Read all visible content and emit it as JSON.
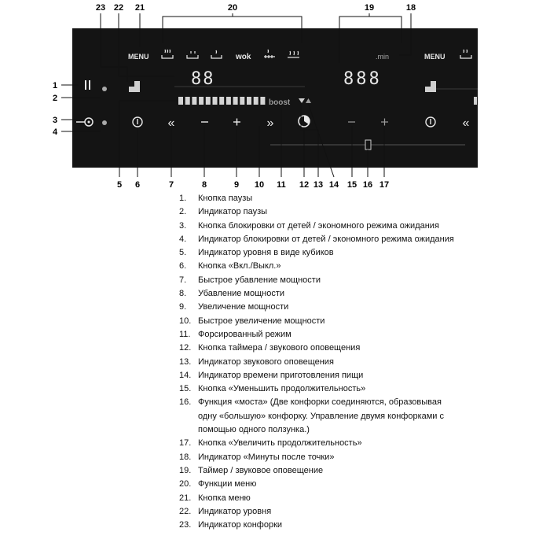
{
  "panel": {
    "menu_left": "MENU",
    "menu_right": "MENU",
    "wok": "wok",
    "min_label": ".min",
    "boost": "boost",
    "level_digits": "88",
    "timer_digits": "888"
  },
  "callouts": [
    "1",
    "2",
    "3",
    "4",
    "5",
    "6",
    "7",
    "8",
    "9",
    "10",
    "11",
    "12",
    "13",
    "14",
    "15",
    "16",
    "17",
    "18",
    "19",
    "20",
    "21",
    "22",
    "23"
  ],
  "legend": [
    {
      "n": "1.",
      "t": "Кнопка паузы"
    },
    {
      "n": "2.",
      "t": "Индикатор паузы"
    },
    {
      "n": "3.",
      "t": "Кнопка блокировки от детей / экономного режима ожидания"
    },
    {
      "n": "4.",
      "t": "Индикатор блокировки от детей / экономного режима ожидания"
    },
    {
      "n": "5.",
      "t": "Индикатор уровня в виде кубиков"
    },
    {
      "n": "6.",
      "t": "Кнопка «Вкл./Выкл.»"
    },
    {
      "n": "7.",
      "t": "Быстрое убавление мощности"
    },
    {
      "n": "8.",
      "t": "Убавление мощности"
    },
    {
      "n": "9.",
      "t": "Увеличение мощности"
    },
    {
      "n": "10.",
      "t": "Быстрое увеличение мощности"
    },
    {
      "n": "11.",
      "t": "Форсированный режим"
    },
    {
      "n": "12.",
      "t": "Кнопка таймера / звукового оповещения"
    },
    {
      "n": "13.",
      "t": "Индикатор звукового оповещения"
    },
    {
      "n": "14.",
      "t": "Индикатор времени приготовления пищи"
    },
    {
      "n": "15.",
      "t": "Кнопка «Уменьшить продолжительность»"
    },
    {
      "n": "16.",
      "t": "Функция «моста» (Две конфорки соединяются, образовывая"
    },
    {
      "n": "",
      "t": "одну «большую» конфорку. Управление двумя конфорками с"
    },
    {
      "n": "",
      "t": "помощью одного ползунка.)"
    },
    {
      "n": "17.",
      "t": "Кнопка «Увеличить продолжительность»"
    },
    {
      "n": "18.",
      "t": "Индикатор «Минуты после точки»"
    },
    {
      "n": "19.",
      "t": "Таймер / звуковое оповещение"
    },
    {
      "n": "20.",
      "t": "Функции меню"
    },
    {
      "n": "21.",
      "t": "Кнопка меню"
    },
    {
      "n": "22.",
      "t": "Индикатор уровня"
    },
    {
      "n": "23.",
      "t": "Индикатор конфорки"
    }
  ]
}
